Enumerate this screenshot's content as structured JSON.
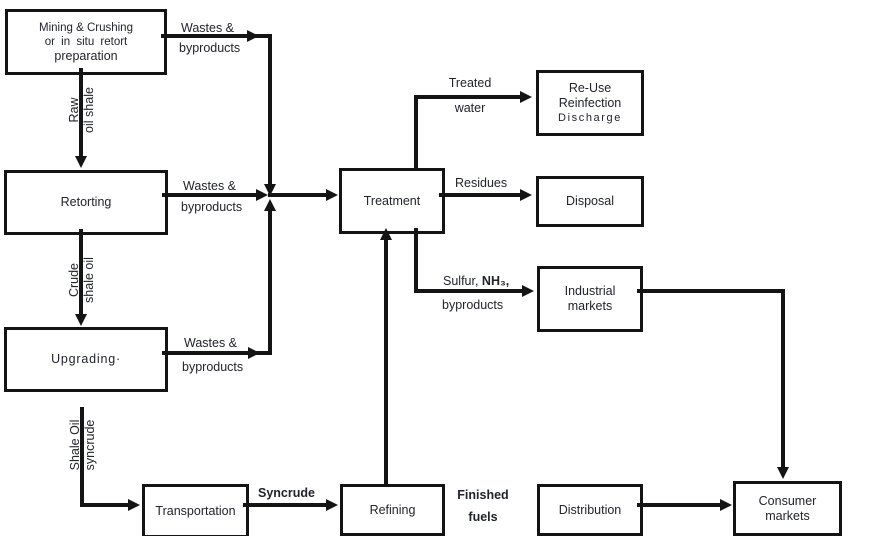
{
  "diagram": {
    "type": "flowchart",
    "subject": "Oil shale processing and product flow",
    "colors": {
      "line": "#141414",
      "text": "#21242a",
      "background": "#ffffff"
    },
    "boxes": {
      "mining": {
        "line1": "Mining & Crushing",
        "line2": "or in situ retort",
        "line3": "preparation"
      },
      "retorting": {
        "label": "Retorting"
      },
      "upgrading": {
        "label": "Upgrading·"
      },
      "treatment": {
        "label": "Treatment"
      },
      "reuse": {
        "line1": "Re-Use",
        "line2": "Reinfection",
        "line3": "Discharge"
      },
      "disposal": {
        "label": "Disposal"
      },
      "industrial_markets": {
        "line1": "Industrial",
        "line2": "markets"
      },
      "transportation": {
        "label": "Transportation"
      },
      "refining": {
        "label": "Refining"
      },
      "distribution": {
        "label": "Distribution"
      },
      "consumer_markets": {
        "line1": "Consumer",
        "line2": "markets"
      }
    },
    "flow_labels": {
      "wastes_mining": {
        "line1": "Wastes &",
        "line2": "byproducts"
      },
      "wastes_retorting": {
        "line1": "Wastes &",
        "line2": "byproducts"
      },
      "wastes_upgrading": {
        "line1": "Wastes &",
        "line2": "byproducts"
      },
      "raw_oil_shale": {
        "line1": "Raw",
        "line2": "oil shale"
      },
      "crude_shale_oil": {
        "line1": "Crude",
        "line2": "shale oil"
      },
      "shale_oil_syncrude": {
        "line1": "Shale Oil",
        "line2": "syncrude"
      },
      "treated_water": {
        "line1": "Treated",
        "line2": "water"
      },
      "residues": "Residues",
      "sulfur": {
        "part1": "Sulfur, ",
        "part2": "NH₃,",
        "line2": "byproducts"
      },
      "syncrude": "Syncrude",
      "finished_fuels": {
        "line1": "Finished",
        "line2": "fuels"
      }
    }
  }
}
